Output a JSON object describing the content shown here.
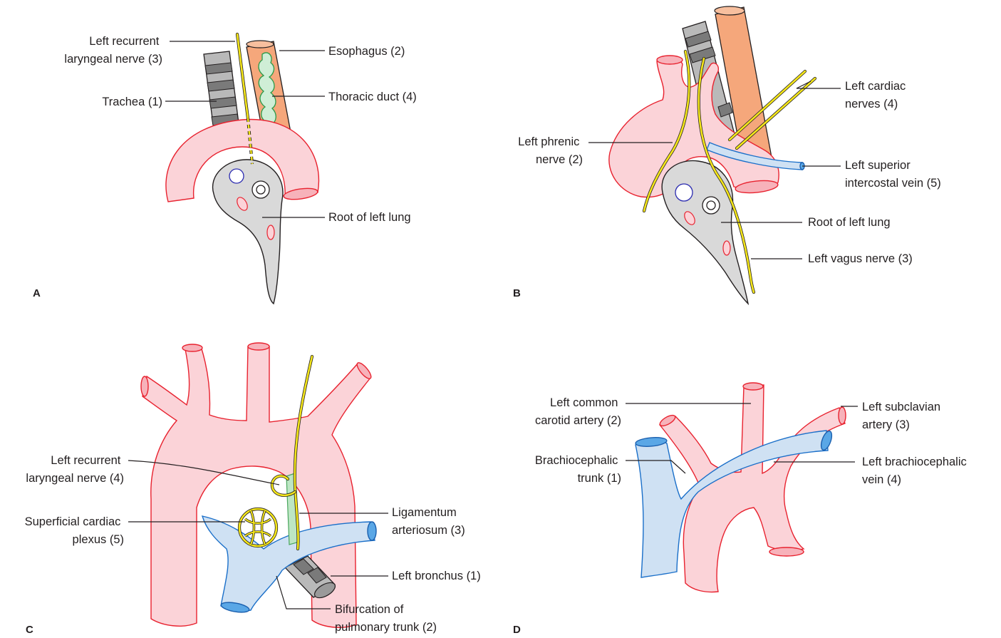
{
  "panels": {
    "a": {
      "letter": "A",
      "labels": {
        "lrln": [
          "Left recurrent",
          "laryngeal nerve (3)"
        ],
        "trachea": [
          "Trachea (1)"
        ],
        "esophagus": [
          "Esophagus (2)"
        ],
        "duct": [
          "Thoracic duct (4)"
        ],
        "root": [
          "Root of left lung"
        ]
      }
    },
    "b": {
      "letter": "B",
      "labels": {
        "cardiac": [
          "Left cardiac",
          "nerves (4)"
        ],
        "phrenic": [
          "Left phrenic",
          "nerve (2)"
        ],
        "sivein": [
          "Left superior",
          "intercostal vein (5)"
        ],
        "root": [
          "Root of left lung"
        ],
        "vagus": [
          "Left vagus nerve (3)"
        ]
      }
    },
    "c": {
      "letter": "C",
      "labels": {
        "lrln": [
          "Left recurrent",
          "laryngeal nerve (4)"
        ],
        "plexus": [
          "Superficial cardiac",
          "plexus (5)"
        ],
        "ligament": [
          "Ligamentum",
          "arteriosum (3)"
        ],
        "bronchus": [
          "Left bronchus (1)"
        ],
        "bifurcation": [
          "Bifurcation of",
          "pulmonary trunk (2)"
        ]
      }
    },
    "d": {
      "letter": "D",
      "labels": {
        "lcca": [
          "Left common",
          "carotid artery (2)"
        ],
        "subclavian": [
          "Left subclavian",
          "artery (3)"
        ],
        "brachio": [
          "Brachiocephalic",
          "trunk (1)"
        ],
        "lbcv": [
          "Left brachiocephalic",
          "vein (4)"
        ]
      }
    }
  },
  "colors": {
    "artery": "#fbd3d8",
    "artery_outline": "#e8222f",
    "vein": "#cfe1f3",
    "nerve": "#f4e61a",
    "lung_root": "#d9d9d9",
    "esophagus": "#f5a77b",
    "trachea": "#b9b9b9",
    "thoracic_duct": "#cfeed6"
  }
}
